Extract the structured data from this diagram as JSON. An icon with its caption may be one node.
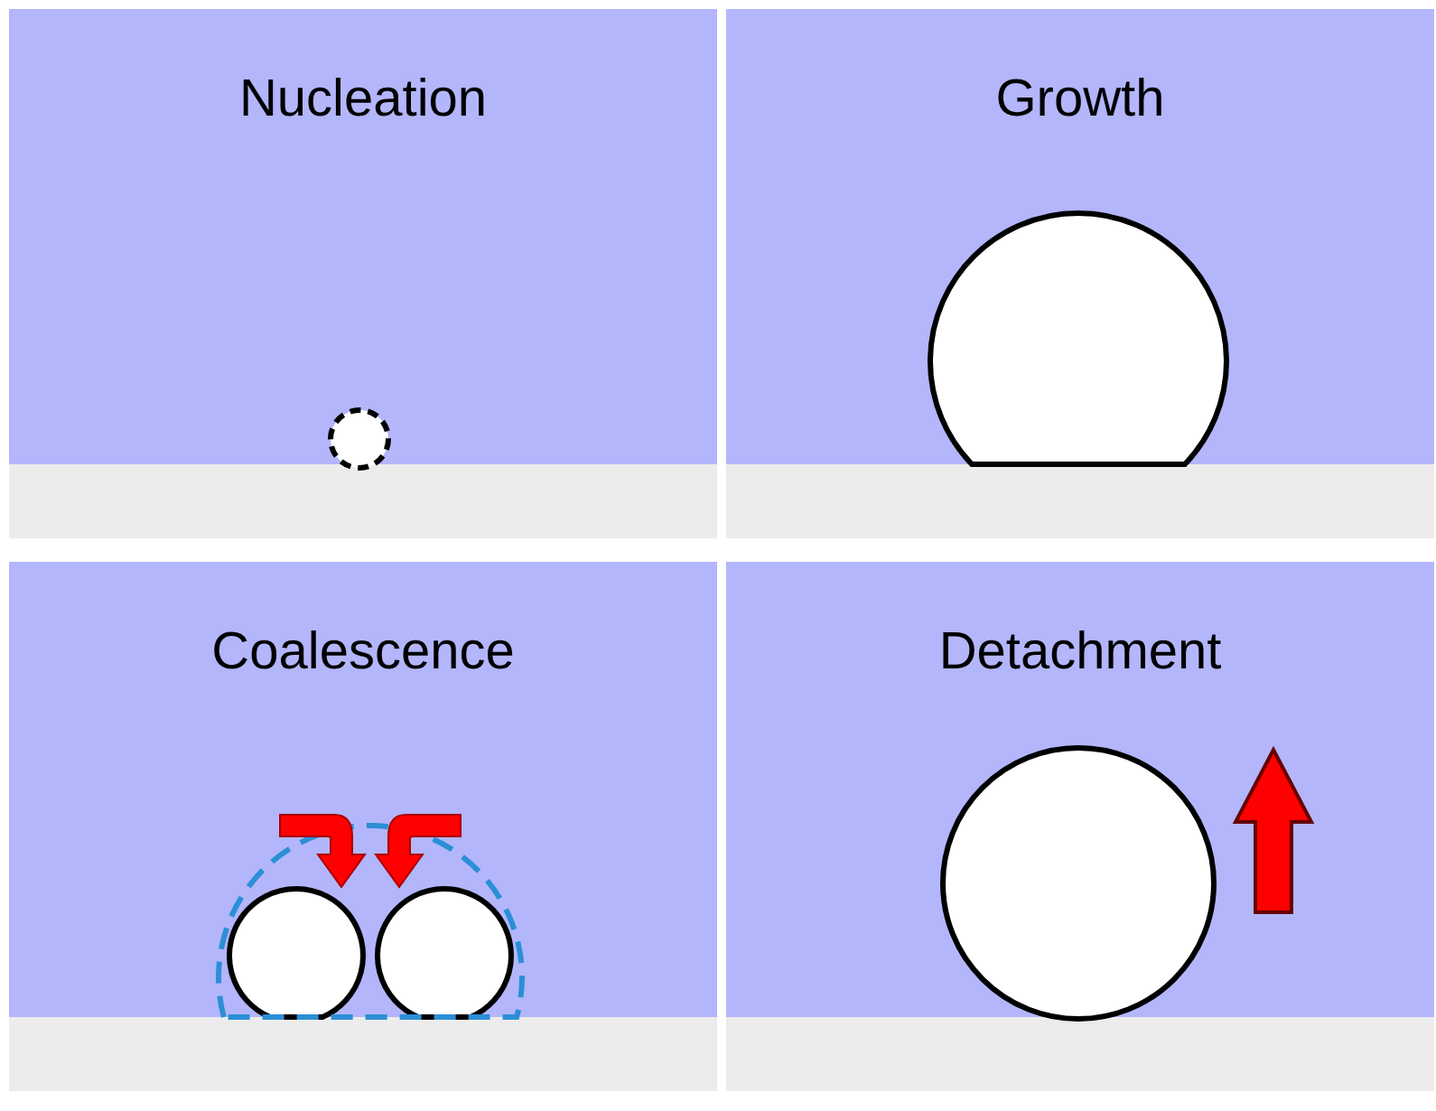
{
  "diagram": {
    "nodes": [
      {
        "text": [
          "Nucleation"
        ]
      },
      {
        "text": [
          "Growth"
        ]
      },
      {
        "text": [
          "Coalescence"
        ]
      },
      {
        "text": [
          "Detachment"
        ]
      }
    ]
  }
}
